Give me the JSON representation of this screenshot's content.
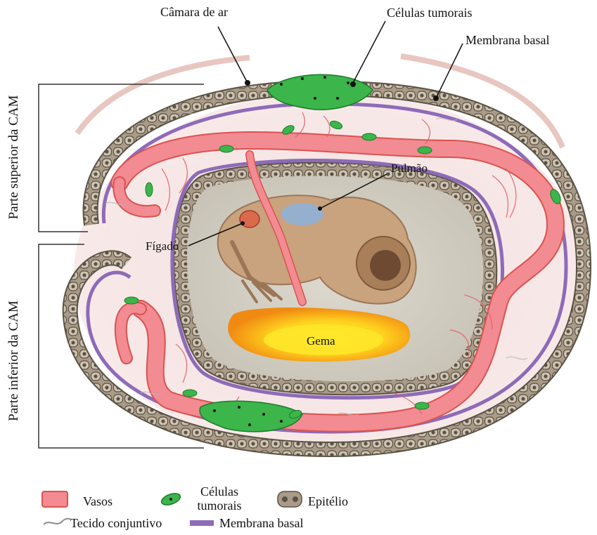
{
  "diagram": {
    "labels": {
      "air_chamber": "Câmara de ar",
      "tumor_cells": "Células tumorais",
      "basement_membrane": "Membrana basal",
      "lung": "Pulmão",
      "liver": "Fígado",
      "yolk": "Gema",
      "upper_cam": "Parte superior da CAM",
      "lower_cam": "Parte inferior da CAM"
    },
    "colors": {
      "vessel": "#ef7f86",
      "vessel_edge": "#d9534f",
      "epithelium": "#a89a86",
      "epithelium_edge": "#5b5347",
      "membrane": "#8e6bb8",
      "tissue": "#f7e4e2",
      "embryo": "#c9a27e",
      "yolk_outer": "#f2a81e",
      "yolk_inner": "#ffe11f",
      "tumor": "#3cb54a"
    }
  },
  "legend": {
    "vessels": "Vasos",
    "tumor_cells_line1": "Células",
    "tumor_cells_line2": "tumorais",
    "epithelium": "Epitélio",
    "connective_tissue": "Tecido conjuntivo",
    "basement_membrane": "Membrana basal"
  }
}
